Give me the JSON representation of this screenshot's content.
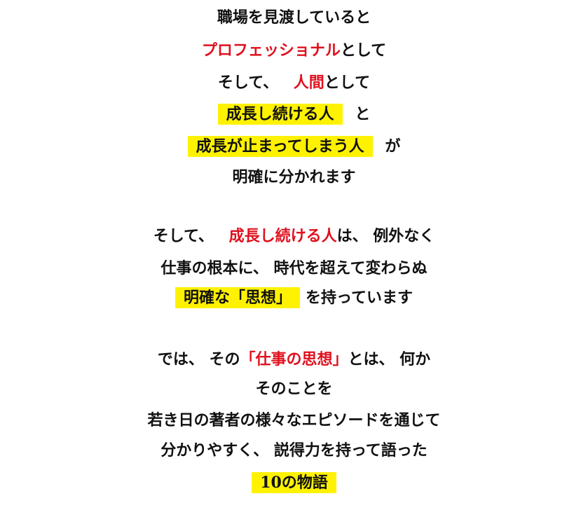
{
  "colors": {
    "highlight": "#fff200",
    "accent_red": "#e0101e",
    "text": "#111111"
  },
  "lines": {
    "l1": "職場を見渡していると",
    "l2": {
      "red": "プロフェッショナル",
      "rest": "として"
    },
    "l3": {
      "pre": "そして、",
      "red": "人間",
      "rest": "として"
    },
    "l4": {
      "hl": "成長し続ける人",
      "rest": "と"
    },
    "l5": {
      "hl": "成長が止まってしまう人",
      "rest": "が"
    },
    "l6": "明確に分かれます",
    "l7": {
      "pre": "そして、",
      "red": "成長し続ける人",
      "rest": "は、 例外なく"
    },
    "l8": "仕事の根本に、 時代を超えて変わらぬ",
    "l9": {
      "hl": "明確な「思想」",
      "rest": "を持っています"
    },
    "l10": {
      "pre": "では、 その",
      "red": "「仕事の思想」",
      "rest": "とは、 何か"
    },
    "l11": "そのことを",
    "l12": "若き日の著者の様々なエピソードを通じて",
    "l13": "分かりやすく、 説得力を持って語った",
    "l14": {
      "hl": "10の物語"
    }
  }
}
